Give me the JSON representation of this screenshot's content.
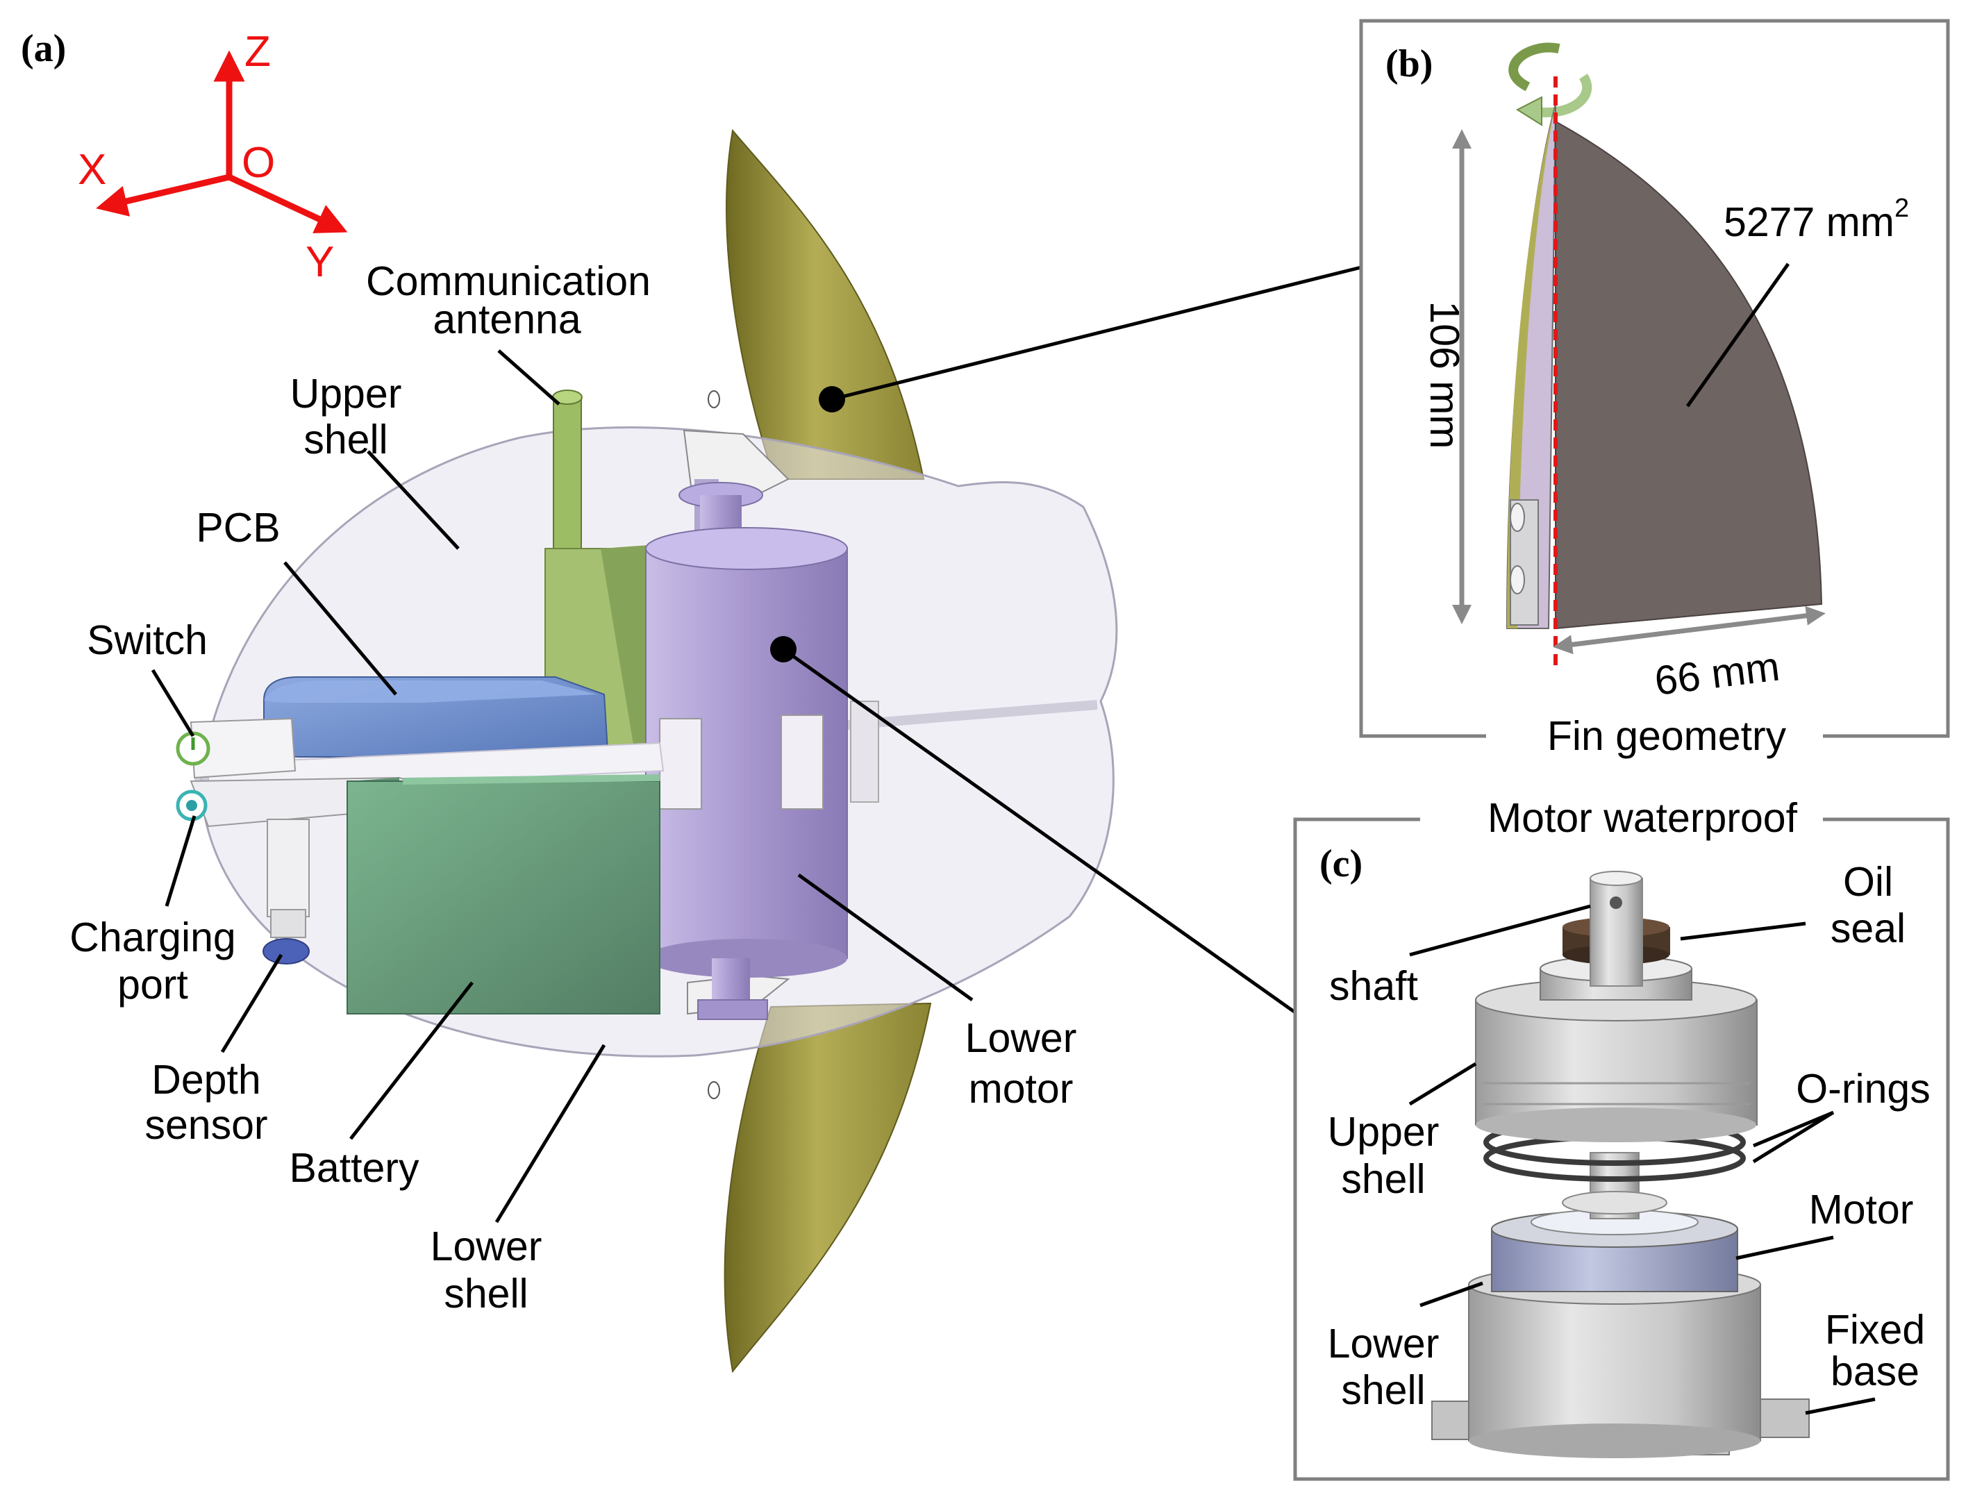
{
  "panels": {
    "a": {
      "tag": "(a)",
      "axes": {
        "z": "Z",
        "x": "X",
        "y": "Y",
        "origin": "O"
      },
      "labels": {
        "antenna": [
          "Communication",
          "antenna"
        ],
        "upper_shell": [
          "Upper",
          "shell"
        ],
        "pcb": "PCB",
        "switch": "Switch",
        "charging_port": [
          "Charging",
          "port"
        ],
        "depth_sensor": [
          "Depth",
          "sensor"
        ],
        "battery": "Battery",
        "lower_shell": [
          "Lower",
          "shell"
        ],
        "lower_motor": [
          "Lower",
          "motor"
        ]
      }
    },
    "b": {
      "tag": "(b)",
      "title": "Fin geometry",
      "area_value": "5277 mm",
      "area_exp": "2",
      "height": "106 mm",
      "width": "66 mm"
    },
    "c": {
      "tag": "(c)",
      "title": "Motor waterproof",
      "labels": {
        "shaft": "shaft",
        "oil_seal": [
          "Oil",
          "seal"
        ],
        "upper_shell": [
          "Upper",
          "shell"
        ],
        "o_rings": "O-rings",
        "motor": "Motor",
        "lower_shell": [
          "Lower",
          "shell"
        ],
        "fixed_base": [
          "Fixed",
          "base"
        ]
      }
    }
  },
  "colors": {
    "axis": "#ee1111",
    "fin": "#a9a24a",
    "motor": "#a897cc",
    "pcb": "#6f8fcf",
    "battery": "#6aa07f",
    "antenna": "#9cbd63",
    "fin_area": "#6e6462",
    "dashed_axis": "#e01818"
  }
}
